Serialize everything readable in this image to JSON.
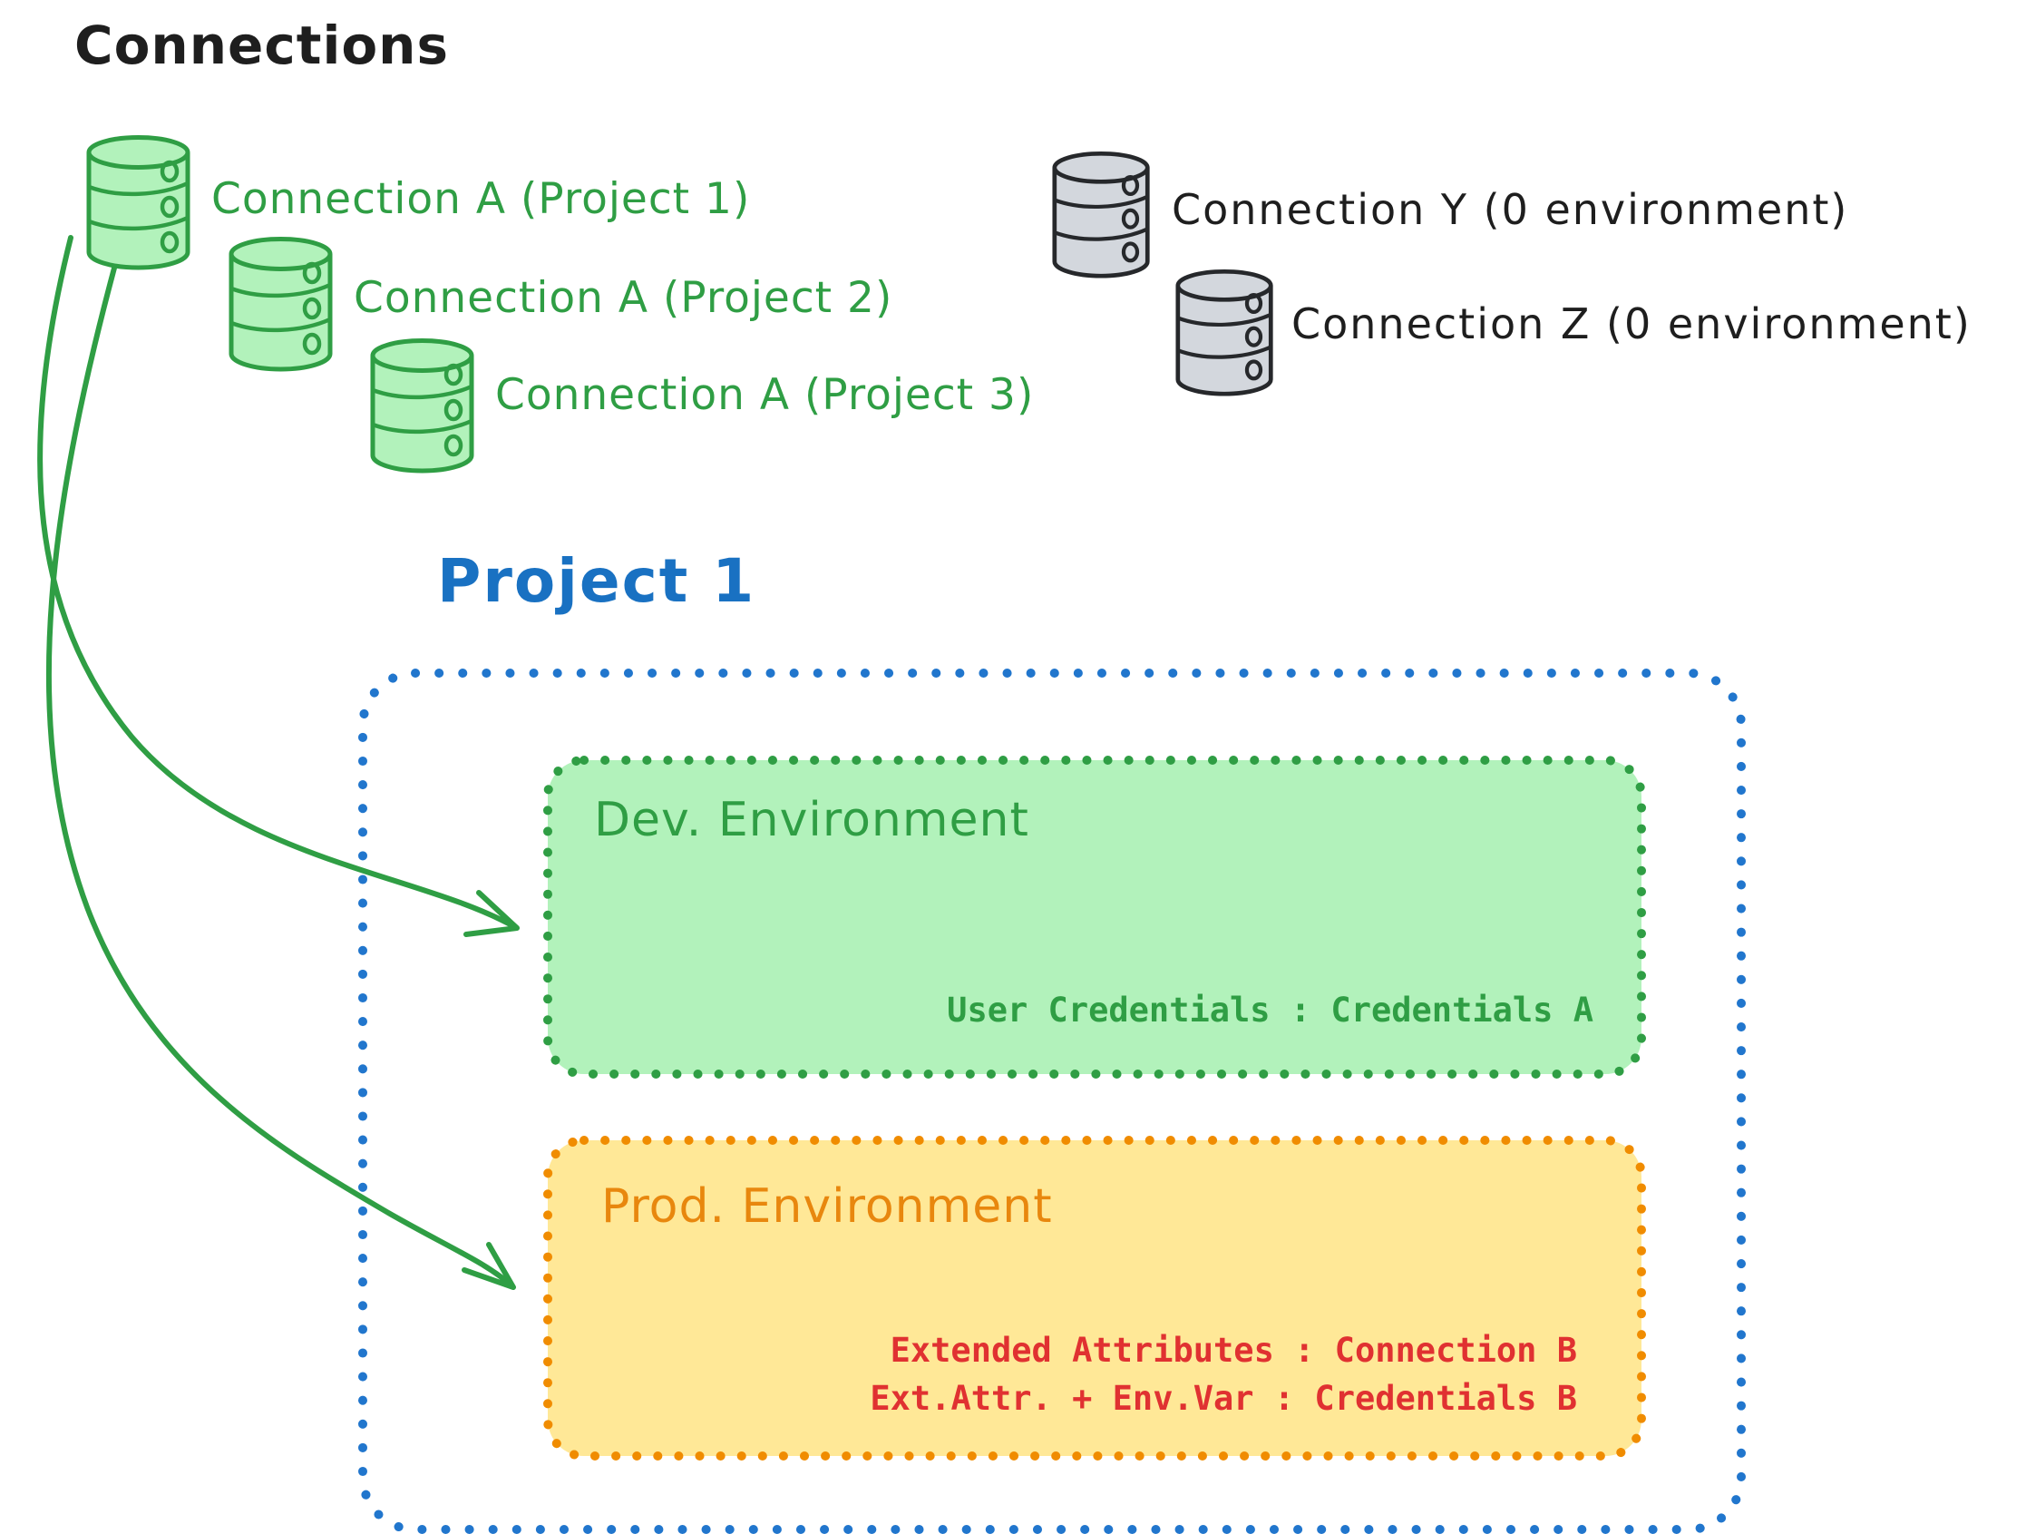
{
  "title": "Connections",
  "connections": {
    "green": [
      {
        "label": "Connection A (Project 1)"
      },
      {
        "label": "Connection A (Project 2)"
      },
      {
        "label": "Connection A (Project 3)"
      }
    ],
    "gray": [
      {
        "label": "Connection Y (0 environment)"
      },
      {
        "label": "Connection Z (0 environment)"
      }
    ]
  },
  "project": {
    "title": "Project 1",
    "environments": [
      {
        "name": "Dev. Environment",
        "mappings": [
          "User Credentials : Credentials A"
        ]
      },
      {
        "name": "Prod. Environment",
        "mappings": [
          "Extended Attributes : Connection B",
          "Ext.Attr. + Env.Var : Credentials B"
        ]
      }
    ]
  },
  "colors": {
    "ink": "#1e1e1e",
    "green_stroke": "#2f9e44",
    "green_fill": "#b2f2bb",
    "gray_fill": "#d3d7dd",
    "blue": "#2176cd",
    "orange": "#f08c00",
    "yellow_fill": "#ffe897",
    "red": "#e03131"
  }
}
